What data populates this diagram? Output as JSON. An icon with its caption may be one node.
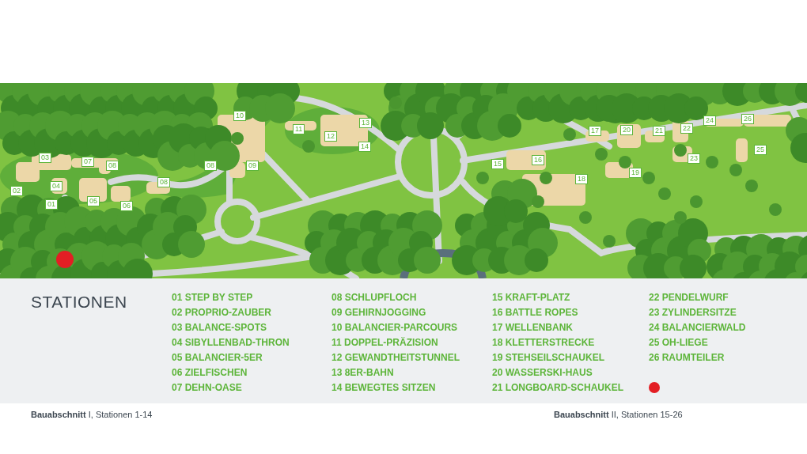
{
  "diagram": {
    "title": "STATIONEN",
    "labels": [
      "01",
      "02",
      "03",
      "04",
      "05",
      "06",
      "07",
      "08",
      "08",
      "08",
      "09",
      "10",
      "11",
      "12",
      "13",
      "14",
      "15",
      "16",
      "17",
      "18",
      "19",
      "20",
      "21",
      "22",
      "23",
      "24",
      "25",
      "26",
      "01 STEP BY STEP",
      "02 PROPRIO-ZAUBER",
      "03 BALANCE-SPOTS",
      "04 SIBYLLENBAD-THRON",
      "05 BALANCIER-5ER",
      "06 ZIELFISCHEN",
      "07 DEHN-OASE",
      "08 SCHLUPFLOCH",
      "09 GEHIRNJOGGING",
      "10 BALANCIER-PARCOURS",
      "11 DOPPEL-PRÄZISION",
      "12 GEWANDTHEITSTUNNEL",
      "13 8ER-BAHN",
      "14 BEWEGTES SITZEN",
      "15 KRAFT-PLATZ",
      "16 BATTLE ROPES",
      "17 WELLENBANK",
      "18 KLETTERSTRECKE",
      "19 STEHSEILSCHAUKEL",
      "20 WASSERSKI-HAUS",
      "21 LONGBOARD-SCHAUKEL",
      "22 PENDELWURF",
      "23 ZYLINDERSITZE",
      "24 BALANCIERWALD",
      "25 OH-LIEGE",
      "26 RAUMTEILER",
      "**Bauabschnitt** I, Stationen 1-14",
      "**Bauabschnitt** II, Stationen 15-26"
    ]
  }
}
